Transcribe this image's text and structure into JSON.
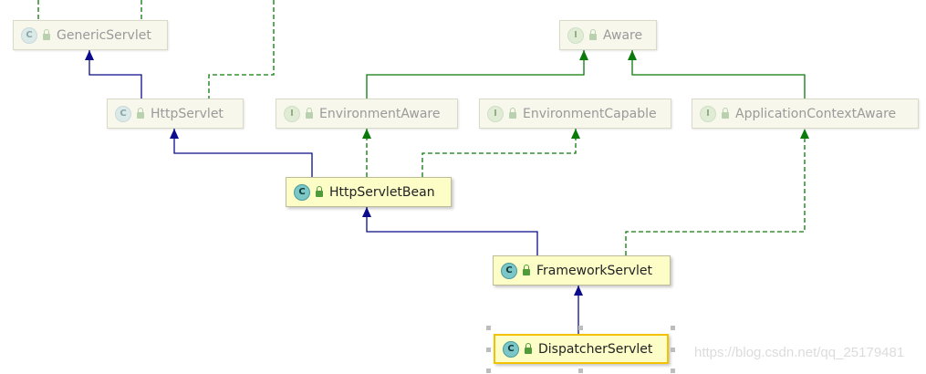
{
  "nodes": [
    {
      "id": "GenericServlet",
      "label": "GenericServlet",
      "kind": "class",
      "badge": "C",
      "state": "faded"
    },
    {
      "id": "Aware",
      "label": "Aware",
      "kind": "interface",
      "badge": "I",
      "state": "faded"
    },
    {
      "id": "HttpServlet",
      "label": "HttpServlet",
      "kind": "class",
      "badge": "C",
      "state": "faded"
    },
    {
      "id": "EnvironmentAware",
      "label": "EnvironmentAware",
      "kind": "interface",
      "badge": "I",
      "state": "faded"
    },
    {
      "id": "EnvironmentCapable",
      "label": "EnvironmentCapable",
      "kind": "interface",
      "badge": "I",
      "state": "faded"
    },
    {
      "id": "ApplicationContextAware",
      "label": "ApplicationContextAware",
      "kind": "interface",
      "badge": "I",
      "state": "faded"
    },
    {
      "id": "HttpServletBean",
      "label": "HttpServletBean",
      "kind": "class",
      "badge": "C",
      "state": "active"
    },
    {
      "id": "FrameworkServlet",
      "label": "FrameworkServlet",
      "kind": "class",
      "badge": "C",
      "state": "active"
    },
    {
      "id": "DispatcherServlet",
      "label": "DispatcherServlet",
      "kind": "class",
      "badge": "C",
      "state": "selected"
    }
  ],
  "edges": [
    {
      "from": "HttpServlet",
      "to": "GenericServlet",
      "type": "extends"
    },
    {
      "from": "HttpServletBean",
      "to": "HttpServlet",
      "type": "extends"
    },
    {
      "from": "FrameworkServlet",
      "to": "HttpServletBean",
      "type": "extends"
    },
    {
      "from": "DispatcherServlet",
      "to": "FrameworkServlet",
      "type": "extends"
    },
    {
      "from": "EnvironmentAware",
      "to": "Aware",
      "type": "extends-interface"
    },
    {
      "from": "ApplicationContextAware",
      "to": "Aware",
      "type": "extends-interface"
    },
    {
      "from": "HttpServletBean",
      "to": "EnvironmentAware",
      "type": "implements"
    },
    {
      "from": "HttpServletBean",
      "to": "EnvironmentCapable",
      "type": "implements"
    },
    {
      "from": "FrameworkServlet",
      "to": "ApplicationContextAware",
      "type": "implements"
    }
  ],
  "colors": {
    "extends": "#0b0b8c",
    "interface_link": "#0a7a0a",
    "selection": "#f2c200"
  },
  "watermark": "https://blog.csdn.net/qq_25179481"
}
